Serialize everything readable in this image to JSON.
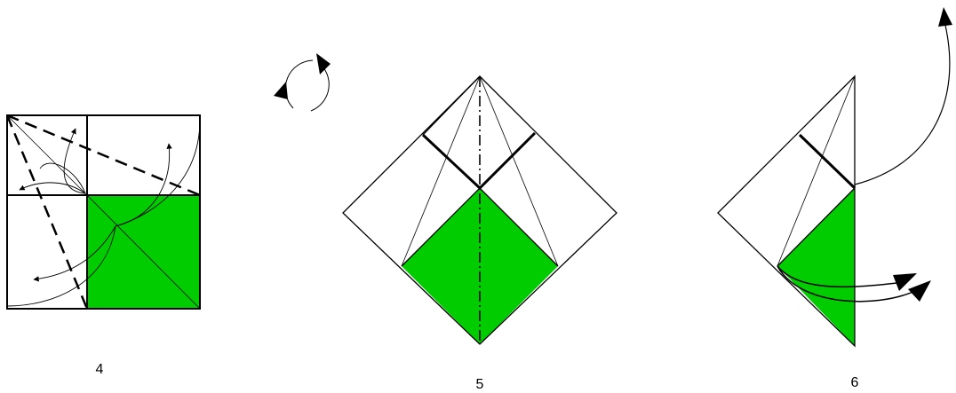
{
  "steps": [
    {
      "number": "4"
    },
    {
      "number": "5"
    },
    {
      "number": "6"
    }
  ],
  "colors": {
    "paper_colored": "#00cc00",
    "paper_white": "#ffffff",
    "line": "#000000"
  },
  "icons": {
    "rotate_symbol": "rotate-icon",
    "arrow": "arrowhead-icon"
  }
}
